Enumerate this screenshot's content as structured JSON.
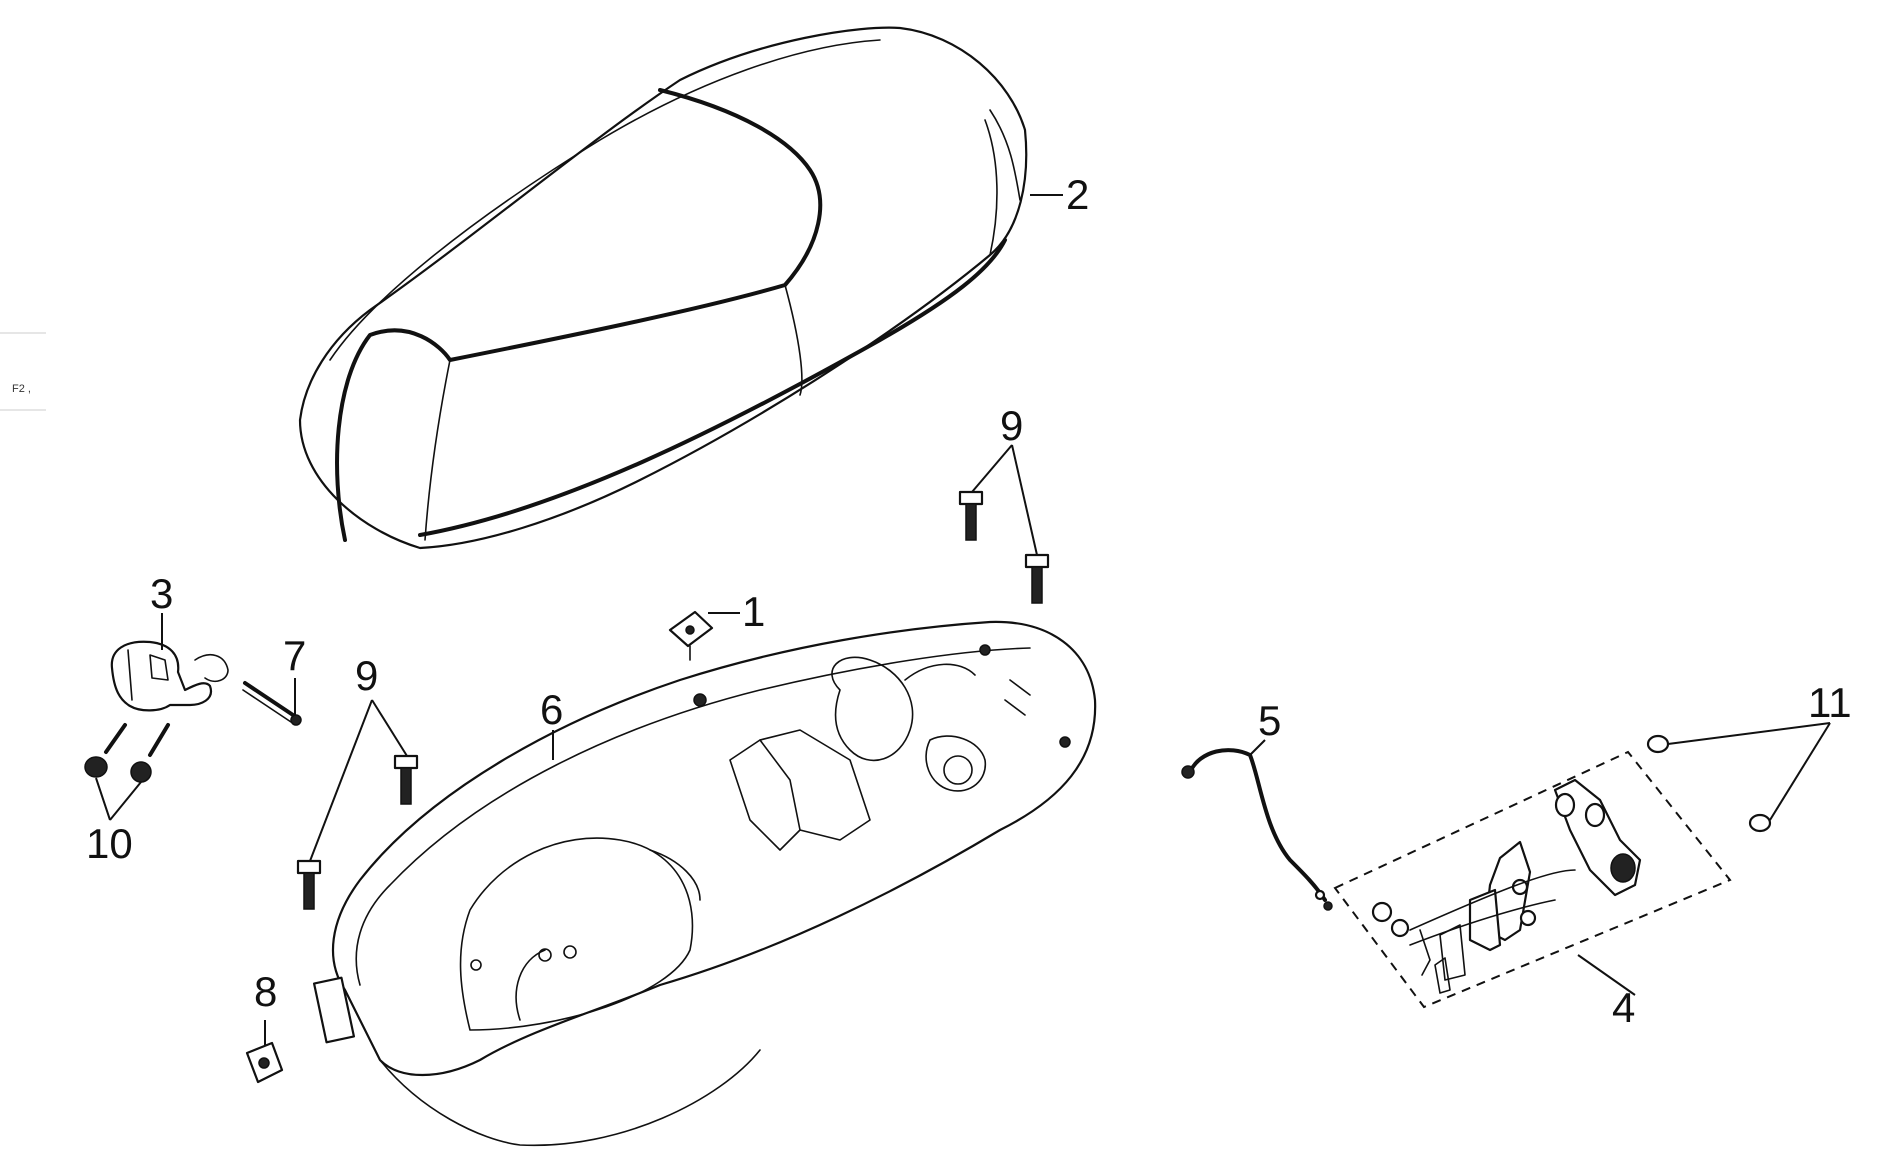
{
  "diagram": {
    "side_mark": "F2 ,",
    "callouts": {
      "c1": "1",
      "c2": "2",
      "c3": "3",
      "c4": "4",
      "c5": "5",
      "c6": "6",
      "c7": "7",
      "c8": "8",
      "c9a": "9",
      "c9b": "9",
      "c10": "10",
      "c11": "11"
    }
  }
}
